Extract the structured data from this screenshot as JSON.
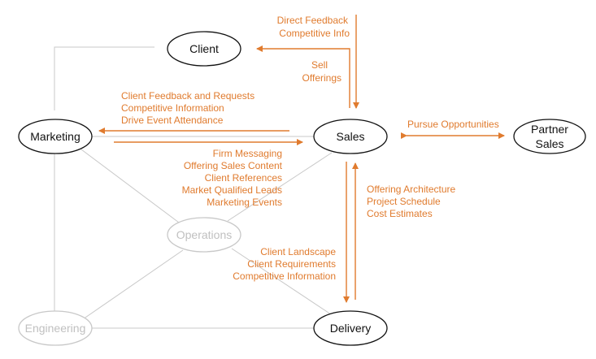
{
  "colors": {
    "accent": "#e07b2e",
    "link": "#c8c8c8",
    "muted_text": "#c0c0c0",
    "node_border": "#111111"
  },
  "nodes": {
    "client": "Client",
    "marketing": "Marketing",
    "sales": "Sales",
    "partner_sales": [
      "Partner",
      "Sales"
    ],
    "operations": "Operations",
    "engineering": "Engineering",
    "delivery": "Delivery"
  },
  "flows": {
    "sales_to_client": [
      "Direct Feedback",
      "Competitive Info"
    ],
    "client_to_sales": [
      "Sell",
      "Offerings"
    ],
    "sales_to_marketing": [
      "Client Feedback and Requests",
      "Competitive Information",
      "Drive Event Attendance"
    ],
    "marketing_to_sales": [
      "Firm Messaging",
      "Offering Sales Content",
      "Client References",
      "Market Qualified Leads",
      "Marketing Events"
    ],
    "sales_partner": [
      "Pursue Opportunities"
    ],
    "delivery_to_sales": [
      "Offering Architecture",
      "Project Schedule",
      "Cost Estimates"
    ],
    "sales_to_delivery": [
      "Client Landscape",
      "Client Requirements",
      "Competitive Information"
    ]
  }
}
